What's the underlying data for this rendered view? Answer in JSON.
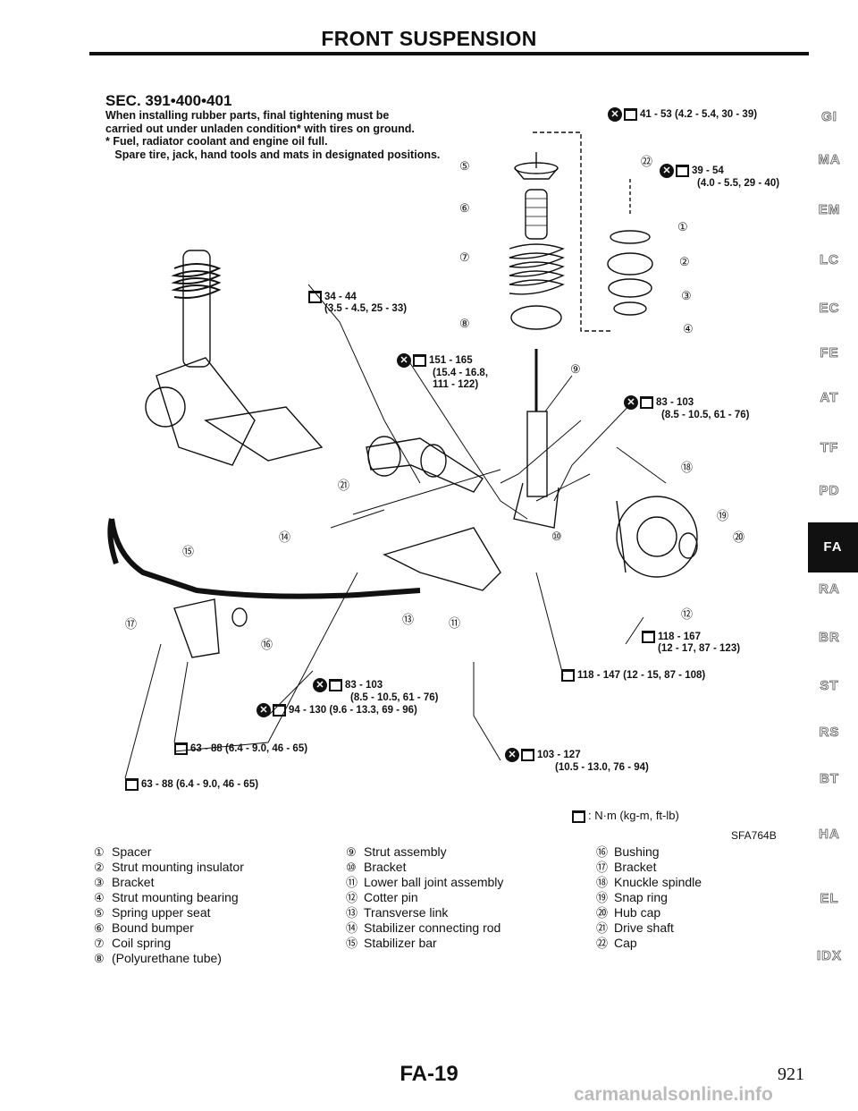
{
  "header": {
    "title": "FRONT SUSPENSION"
  },
  "section": {
    "code": "SEC. 391•400•401",
    "notes": [
      "When installing rubber parts, final tightening must be",
      "carried out under unladen condition* with tires on ground.",
      "*  Fuel, radiator coolant and engine oil full.",
      "   Spare tire, jack, hand tools and mats in designated positions."
    ]
  },
  "torques": [
    {
      "id": "t1",
      "lines": [
        "41 - 53 (4.2 - 5.4, 30 - 39)"
      ],
      "replace": true
    },
    {
      "id": "t2",
      "lines": [
        "39 - 54",
        "(4.0 - 5.5, 29 - 40)"
      ],
      "replace": true
    },
    {
      "id": "t3",
      "lines": [
        "34 - 44",
        "(3.5 - 4.5, 25 - 33)"
      ],
      "replace": false
    },
    {
      "id": "t4",
      "lines": [
        "151 - 165",
        "(15.4 - 16.8,",
        "111 - 122)"
      ],
      "replace": true
    },
    {
      "id": "t5",
      "lines": [
        "83 - 103",
        "(8.5 - 10.5, 61 - 76)"
      ],
      "replace": true
    },
    {
      "id": "t6",
      "lines": [
        "118 - 167",
        "(12 - 17, 87 - 123)"
      ],
      "replace": false
    },
    {
      "id": "t7",
      "lines": [
        "118 - 147 (12 - 15, 87 - 108)"
      ],
      "replace": false
    },
    {
      "id": "t8",
      "lines": [
        "83 - 103",
        "(8.5 - 10.5, 61 - 76)"
      ],
      "replace": true
    },
    {
      "id": "t9",
      "lines": [
        "94 - 130 (9.6 - 13.3, 69 - 96)"
      ],
      "replace": true
    },
    {
      "id": "t10",
      "lines": [
        "63 - 88 (6.4 - 9.0, 46 - 65)"
      ],
      "replace": false
    },
    {
      "id": "t11",
      "lines": [
        "63 - 88 (6.4 - 9.0, 46 - 65)"
      ],
      "replace": false
    },
    {
      "id": "t12",
      "lines": [
        "103 - 127",
        "(10.5 - 13.0, 76 - 94)"
      ],
      "replace": true
    }
  ],
  "units_note": ": N·m (kg-m, ft-lb)",
  "figure_code": "SFA764B",
  "callouts": [
    "1",
    "2",
    "3",
    "4",
    "5",
    "6",
    "7",
    "8",
    "9",
    "10",
    "11",
    "12",
    "13",
    "14",
    "15",
    "16",
    "17",
    "18",
    "19",
    "20",
    "21",
    "22"
  ],
  "side_tabs": [
    "GI",
    "MA",
    "EM",
    "LC",
    "EC",
    "FE",
    "AT",
    "TF",
    "PD",
    "FA",
    "RA",
    "BR",
    "ST",
    "RS",
    "BT",
    "HA",
    "EL",
    "IDX"
  ],
  "active_tab": "FA",
  "legend": {
    "col1": [
      {
        "n": "①",
        "label": "Spacer"
      },
      {
        "n": "②",
        "label": "Strut mounting insulator"
      },
      {
        "n": "③",
        "label": "Bracket"
      },
      {
        "n": "④",
        "label": "Strut mounting bearing"
      },
      {
        "n": "⑤",
        "label": "Spring upper seat"
      },
      {
        "n": "⑥",
        "label": "Bound bumper"
      },
      {
        "n": "⑦",
        "label": "Coil spring"
      },
      {
        "n": "⑧",
        "label": "(Polyurethane tube)"
      }
    ],
    "col2": [
      {
        "n": "⑨",
        "label": "Strut assembly"
      },
      {
        "n": "⑩",
        "label": "Bracket"
      },
      {
        "n": "⑪",
        "label": "Lower ball joint assembly"
      },
      {
        "n": "⑫",
        "label": "Cotter pin"
      },
      {
        "n": "⑬",
        "label": "Transverse link"
      },
      {
        "n": "⑭",
        "label": "Stabilizer connecting rod"
      },
      {
        "n": "⑮",
        "label": "Stabilizer bar"
      }
    ],
    "col3": [
      {
        "n": "⑯",
        "label": "Bushing"
      },
      {
        "n": "⑰",
        "label": "Bracket"
      },
      {
        "n": "⑱",
        "label": "Knuckle spindle"
      },
      {
        "n": "⑲",
        "label": "Snap ring"
      },
      {
        "n": "⑳",
        "label": "Hub cap"
      },
      {
        "n": "㉑",
        "label": "Drive shaft"
      },
      {
        "n": "㉒",
        "label": "Cap"
      }
    ]
  },
  "footer": {
    "page_code": "FA-19",
    "page_number": "921"
  },
  "watermark": "carmanualsonline.info"
}
